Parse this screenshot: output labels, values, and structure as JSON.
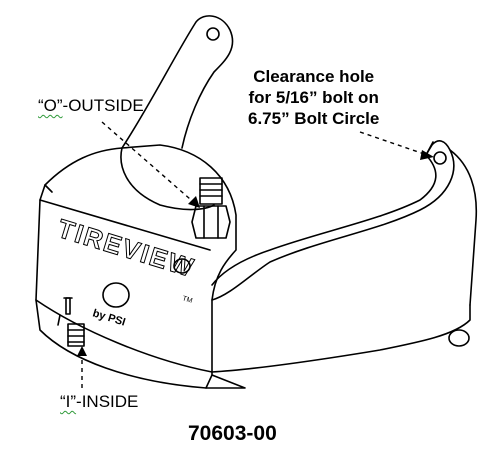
{
  "labels": {
    "outside_prefix": "“O”",
    "outside_rest": "-OUTSIDE",
    "inside_prefix": "“I”",
    "inside_rest": "-INSIDE",
    "clearance_lines": [
      "Clearance hole",
      "for 5/16” bolt on",
      "6.75” Bolt Circle"
    ],
    "part_number": "70603-00"
  },
  "branding": {
    "logo_text": "TIREVIEW",
    "trademark": "TM",
    "byline": "by PSI"
  },
  "colors": {
    "line": "#000000",
    "background": "#ffffff",
    "spellcheck_underline": "#2f9a3a"
  }
}
